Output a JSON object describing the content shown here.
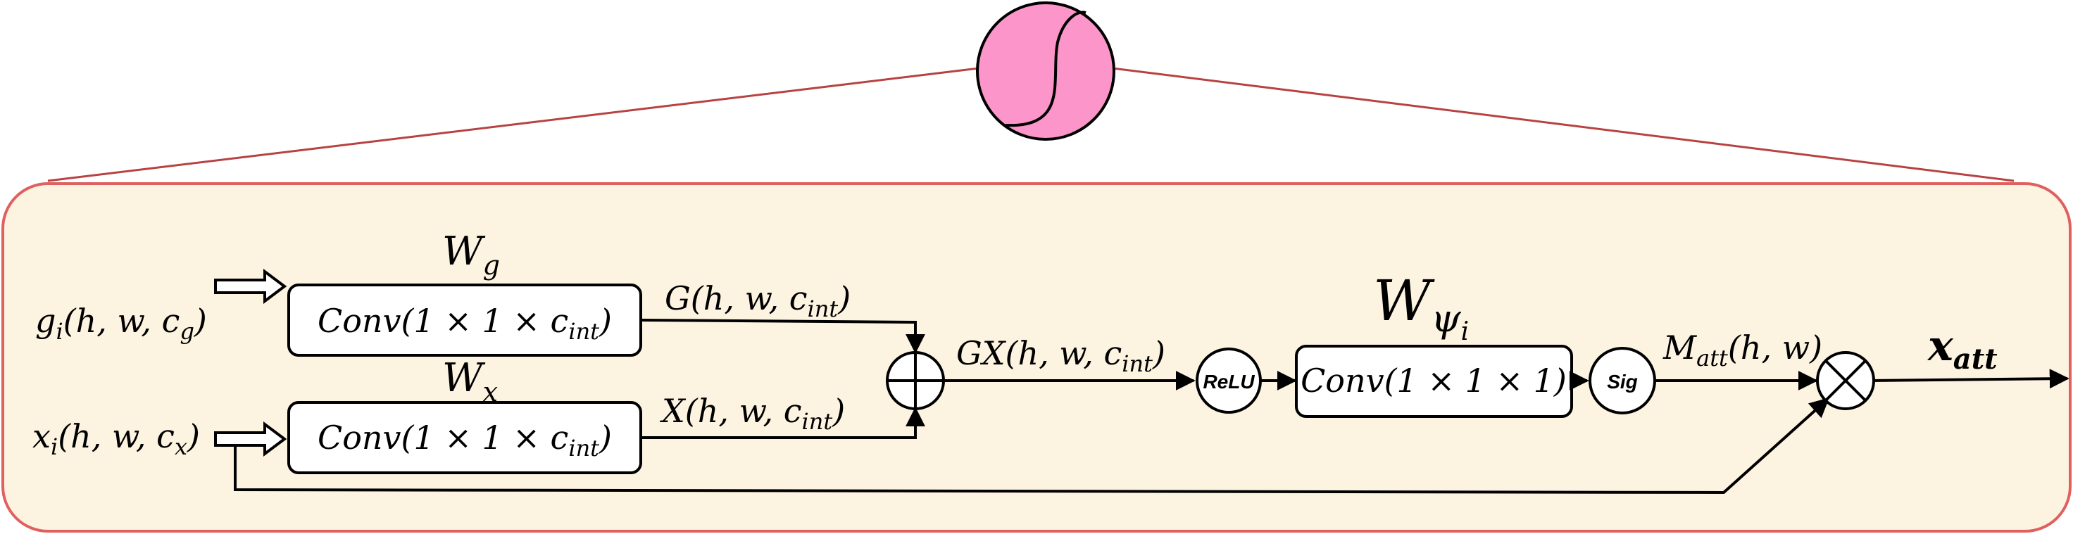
{
  "colors": {
    "panel_fill": "#fdf3e1",
    "panel_stroke": "#e0605f",
    "fan_line": "#b84242",
    "sigmoid_fill": "#fc95c9",
    "line": "#000000"
  },
  "icons": {
    "sigmoid": "sigmoid-curve-icon",
    "add": "circle-plus-icon",
    "multiply": "circle-times-icon"
  },
  "inputs": {
    "g_label": "g_i(h, w, c_g)",
    "x_label": "x_i(h, w, c_x)"
  },
  "weights": {
    "wg_label": "W_g",
    "wx_label": "W_x",
    "wpsi_label": "W_ψi"
  },
  "blocks": {
    "conv_g": "Conv(1 × 1 × c_int)",
    "conv_x": "Conv(1 × 1 × c_int)",
    "conv_psi": "Conv(1 × 1 × 1)"
  },
  "edges": {
    "g_out": "G(h, w, c_int)",
    "x_out": "X(h, w, c_int)",
    "gx": "GX(h, w, c_int)",
    "m_att": "M_att(h, w)",
    "x_att": "x_att"
  },
  "activations": {
    "relu": "ReLU",
    "sig": "Sig"
  }
}
